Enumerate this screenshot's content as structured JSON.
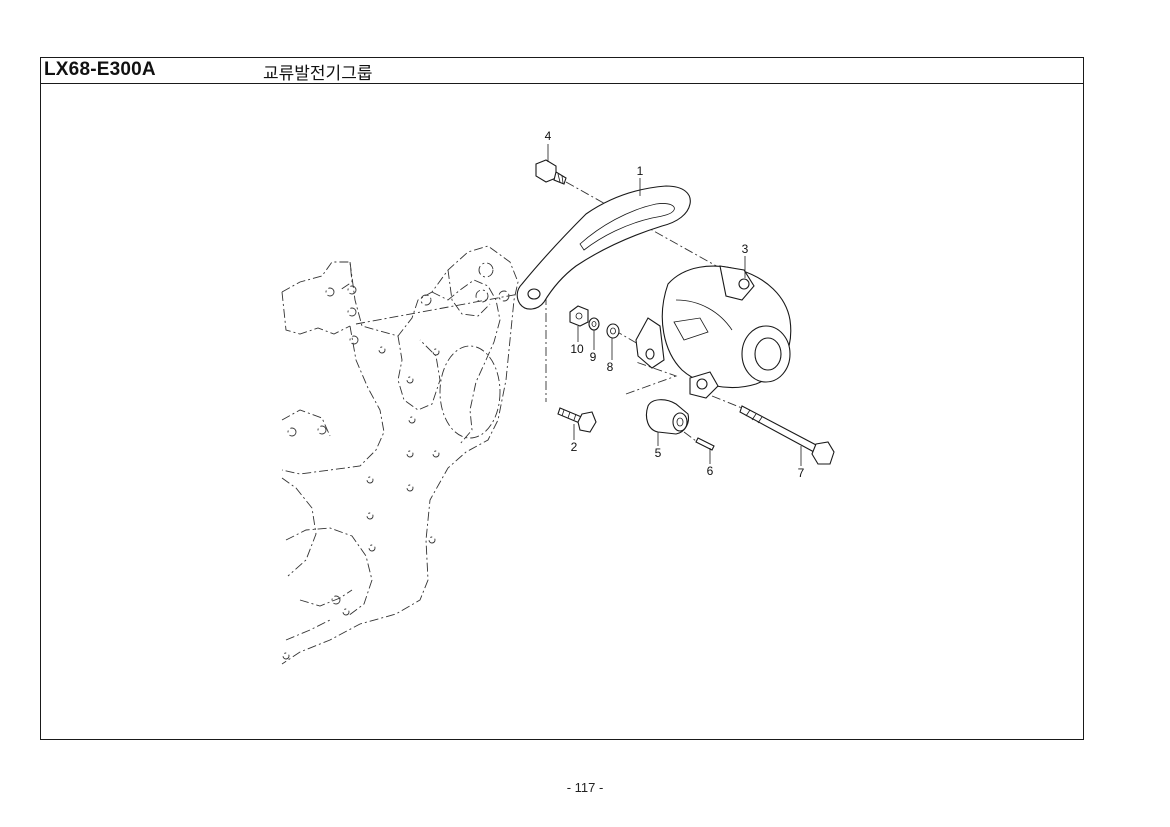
{
  "header": {
    "code": "LX68-E300A",
    "title": "교류발전기그룹"
  },
  "callouts": [
    "1",
    "2",
    "3",
    "4",
    "5",
    "6",
    "7",
    "8",
    "9",
    "10"
  ],
  "footer": {
    "page_number": "- 117 -"
  }
}
